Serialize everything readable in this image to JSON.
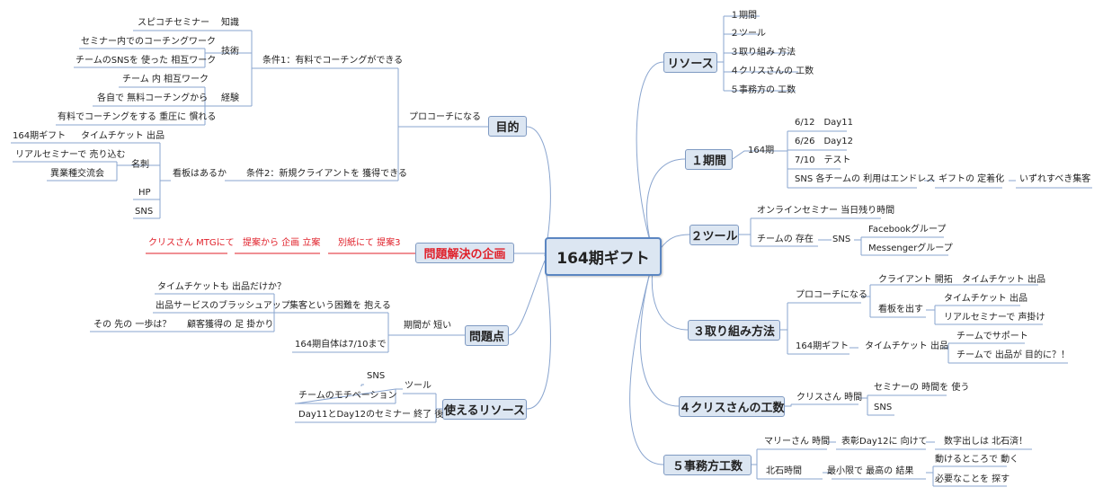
{
  "center": "164期ギフト",
  "main": {
    "resources": "リソース",
    "period": "１期間",
    "tool": "２ツール",
    "approach": "３取り組み方法",
    "chris": "４クリスさんの工数",
    "office": "５事務方工数",
    "purpose": "目的",
    "problem_plan": "問題解決の企画",
    "issues": "問題点",
    "usable": "使えるリソース"
  },
  "resources": {
    "i1": "１期間",
    "i2": "２ツール",
    "i3": "３取り組み 方法",
    "i4": "４クリスさんの 工数",
    "i5": "５事務方の 工数"
  },
  "period": {
    "p164": "164期",
    "d1": "6/12　Day11",
    "d2": "6/26　Day12",
    "d3": "7/10　テスト",
    "sns": "SNS 各チームの 利用はエンドレス",
    "gift": "ギフトの 定着化",
    "collect": "いずれすべき集客"
  },
  "tool": {
    "online": "オンラインセミナー 当日残り時間",
    "team": "チームの 存在",
    "sns": "SNS",
    "fb": "Facebookグループ",
    "msg": "Messengerグループ"
  },
  "approach": {
    "pro": "プロコーチになる",
    "client": "クライアント 開拓",
    "ticket1": "タイムチケット 出品",
    "sign": "看板を出す",
    "ticket2": "タイムチケット 出品",
    "real": "リアルセミナーで 声掛け",
    "gift164": "164期ギフト",
    "ticket3": "タイムチケット 出品",
    "support": "チームでサポート",
    "purpose_q": "チームで 出品が 目的に？！"
  },
  "chris": {
    "time": "クリスさん 時間",
    "use": "セミナーの 時間を 使う",
    "sns": "SNS"
  },
  "office": {
    "marie": "マリーさん 時間",
    "award": "表彰Day12に 向けて",
    "numbers": "数字出しは 北石済！",
    "kitaishi": "北石時間",
    "min": "最小限で 最高の 結果",
    "move": "動けるところで 動く",
    "find": "必要なことを 探す"
  },
  "purpose": {
    "pro": "プロコーチになる",
    "cond1": "条件1：有料でコーチングができる",
    "knowledge": "知識",
    "spico": "スピコチセミナー",
    "skill": "技術",
    "sk1": "セミナー内でのコーチングワーク",
    "sk2": "チームのSNSを 使った 相互ワーク",
    "exp": "経験",
    "ex1": "チーム 内 相互ワーク",
    "ex2": "各自で 無料コーチングから",
    "ex3": "有料でコーチングをする 重圧に 慣れる",
    "cond2": "条件2：新規クライアントを 獲得できる",
    "sign": "看板はあるか",
    "ticket": "タイムチケット 出品",
    "gift164": "164期ギフト",
    "card": "名刺",
    "real": "リアルセミナーで 売り込む",
    "exchange": "異業種交流会",
    "hp": "HP",
    "sns": "SNS"
  },
  "problem_plan": {
    "p1": "別紙にて 提案3",
    "p2": "提案から 企画 立案",
    "p3": "クリスさん MTGにて"
  },
  "issues": {
    "short": "期間が 短い",
    "burden": "集客という困難を 抱える",
    "ticket_q": "タイムチケットも 出品だけか？",
    "brush": "出品サービスのブラッシュアップ",
    "foothold": "顧客獲得の 足 掛かり",
    "next": "その 先の 一歩は？",
    "until": "164期自体は7/10まで"
  },
  "usable": {
    "tool": "ツール",
    "sns": "SNS",
    "motivation": "チームのモチベーション",
    "after": "Day11とDay12のセミナー 終了 後"
  }
}
